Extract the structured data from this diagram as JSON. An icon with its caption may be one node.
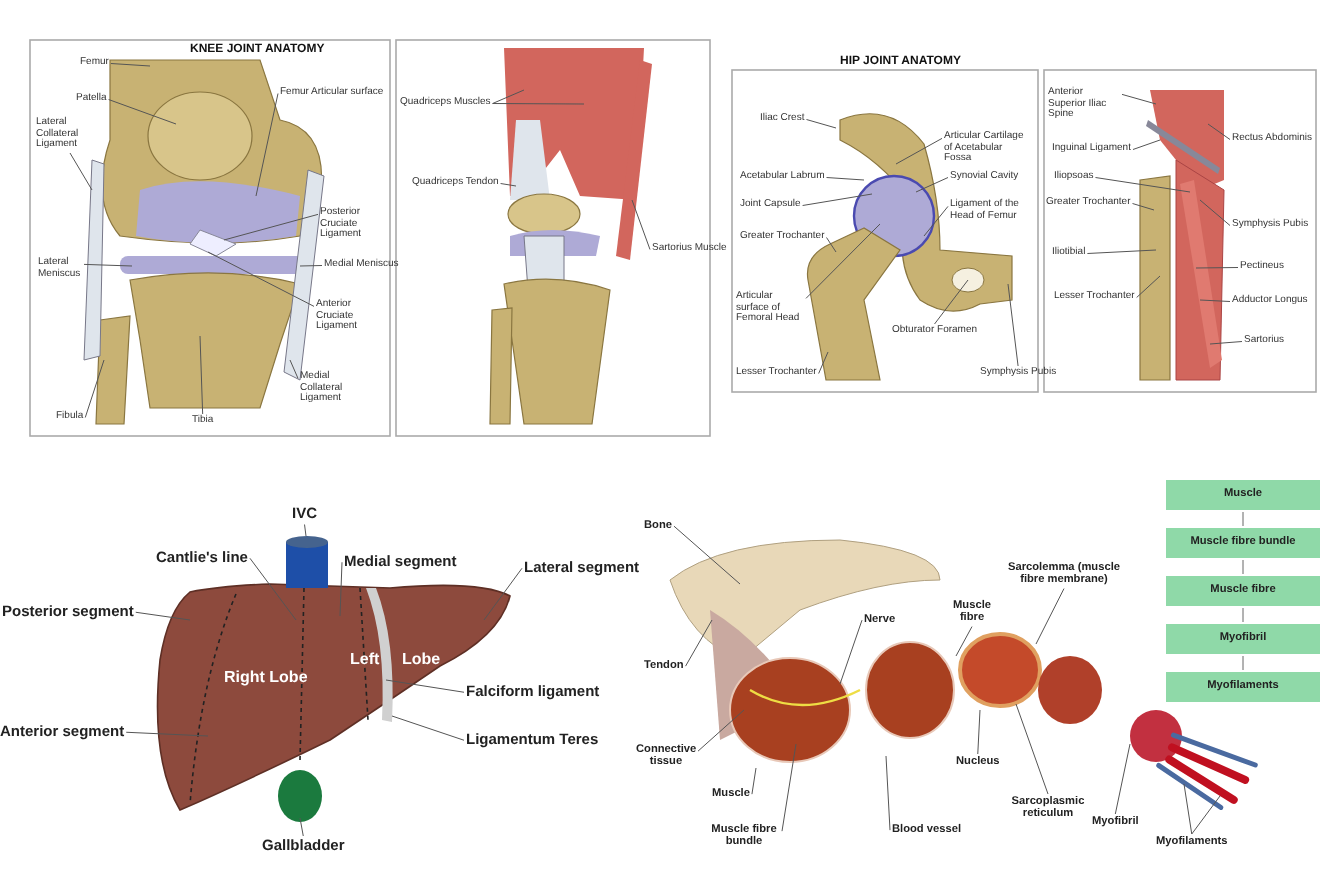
{
  "diagram": {
    "nodes": [
      {
        "text": [
          "Femur"
        ]
      },
      {
        "text": [
          "Patella"
        ]
      },
      {
        "text": [
          "Lateral Collateral Ligament"
        ]
      },
      {
        "text": [
          "Femur Articular surface"
        ]
      },
      {
        "text": [
          "Posterior Cruciate Ligament"
        ]
      },
      {
        "text": [
          "Lateral Meniscus"
        ]
      },
      {
        "text": [
          "Medial Meniscus"
        ]
      },
      {
        "text": [
          "Anterior Cruciate Ligament"
        ]
      },
      {
        "text": [
          "Medial Collateral Ligament"
        ]
      },
      {
        "text": [
          "Fibula"
        ]
      },
      {
        "text": [
          "Tibia"
        ]
      },
      {
        "text": [
          "Quadriceps Muscles"
        ]
      },
      {
        "text": [
          "Quadriceps Tendon"
        ]
      },
      {
        "text": [
          "Sartorius Muscle"
        ]
      },
      {
        "text": [
          "Iliac Crest"
        ]
      },
      {
        "text": [
          "Articular Cartilage of Acetabular Fossa"
        ]
      },
      {
        "text": [
          "Synovial Cavity"
        ]
      },
      {
        "text": [
          "Ligament of the Head of Femur"
        ]
      },
      {
        "text": [
          "Acetabular Labrum"
        ]
      },
      {
        "text": [
          "Joint Capsule"
        ]
      },
      {
        "text": [
          "Greater Trochanter"
        ]
      },
      {
        "text": [
          "Articular surface of Femoral Head"
        ]
      },
      {
        "text": [
          "Obturator Foramen"
        ]
      },
      {
        "text": [
          "Lesser Trochanter"
        ]
      },
      {
        "text": [
          "Symphysis Pubis"
        ]
      },
      {
        "text": [
          "Anterior Superior Iliac Spine"
        ]
      },
      {
        "text": [
          "Inguinal Ligament"
        ]
      },
      {
        "text": [
          "Iliopsoas"
        ]
      },
      {
        "text": [
          "Greater Trochanter"
        ]
      },
      {
        "text": [
          "Iliotibial"
        ]
      },
      {
        "text": [
          "Lesser Trochanter"
        ]
      },
      {
        "text": [
          "Rectus Abdominis"
        ]
      },
      {
        "text": [
          "Symphysis Pubis"
        ]
      },
      {
        "text": [
          "Pectineus"
        ]
      },
      {
        "text": [
          "Adductor Longus"
        ]
      },
      {
        "text": [
          "Sartorius"
        ]
      },
      {
        "text": [
          "IVC"
        ]
      },
      {
        "text": [
          "Cantlie's line"
        ]
      },
      {
        "text": [
          "Medial segment"
        ]
      },
      {
        "text": [
          "Lateral segment"
        ]
      },
      {
        "text": [
          "Posterior segment"
        ]
      },
      {
        "text": [
          "Anterior segment"
        ]
      },
      {
        "text": [
          "Falciform ligament"
        ]
      },
      {
        "text": [
          "Ligamentum Teres"
        ]
      },
      {
        "text": [
          "Gallbladder"
        ]
      },
      {
        "text": [
          "Bone"
        ]
      },
      {
        "text": [
          "Tendon"
        ]
      },
      {
        "text": [
          "Connective tissue"
        ]
      },
      {
        "text": [
          "Muscle"
        ]
      },
      {
        "text": [
          "Muscle fibre bundle"
        ]
      },
      {
        "text": [
          "Nerve"
        ]
      },
      {
        "text": [
          "Muscle fibre"
        ]
      },
      {
        "text": [
          "Blood vessel"
        ]
      },
      {
        "text": [
          "Sarcolemma (muscle fibre membrane)"
        ]
      },
      {
        "text": [
          "Nucleus"
        ]
      },
      {
        "text": [
          "Sarcoplasmic reticulum"
        ]
      },
      {
        "text": [
          "Myofibril"
        ]
      },
      {
        "text": [
          "Myofilaments"
        ]
      },
      {
        "text": [
          "Muscle"
        ]
      },
      {
        "text": [
          "Muscle fibre bundle"
        ]
      },
      {
        "text": [
          "Muscle fibre"
        ]
      },
      {
        "text": [
          "Myofibril"
        ]
      },
      {
        "text": [
          "Myofilaments"
        ]
      }
    ],
    "edges": [
      {
        "from": 0,
        "to": null,
        "arrow": "none"
      },
      {
        "from": 1,
        "to": null,
        "arrow": "none"
      },
      {
        "from": 2,
        "to": null,
        "arrow": "none"
      },
      {
        "from": 3,
        "to": null,
        "arrow": "none"
      },
      {
        "from": 4,
        "to": null,
        "arrow": "none"
      },
      {
        "from": 5,
        "to": null,
        "arrow": "none"
      },
      {
        "from": 6,
        "to": null,
        "arrow": "none"
      },
      {
        "from": 7,
        "to": null,
        "arrow": "none"
      },
      {
        "from": 8,
        "to": null,
        "arrow": "none"
      },
      {
        "from": 9,
        "to": null,
        "arrow": "none"
      },
      {
        "from": 10,
        "to": null,
        "arrow": "none"
      },
      {
        "from": 11,
        "to": null,
        "arrow": "none"
      },
      {
        "from": 11,
        "to": null,
        "arrow": "none"
      },
      {
        "from": 12,
        "to": null,
        "arrow": "none"
      },
      {
        "from": 13,
        "to": null,
        "arrow": "none"
      },
      {
        "from": 14,
        "to": null,
        "arrow": "none"
      },
      {
        "from": 15,
        "to": null,
        "arrow": "none"
      },
      {
        "from": 16,
        "to": null,
        "arrow": "none"
      },
      {
        "from": 17,
        "to": null,
        "arrow": "none"
      },
      {
        "from": 18,
        "to": null,
        "arrow": "none"
      },
      {
        "from": 19,
        "to": null,
        "arrow": "none"
      },
      {
        "from": 20,
        "to": null,
        "arrow": "none"
      },
      {
        "from": 21,
        "to": null,
        "arrow": "none"
      },
      {
        "from": 22,
        "to": null,
        "arrow": "none"
      },
      {
        "from": 23,
        "to": null,
        "arrow": "none"
      },
      {
        "from": 24,
        "to": null,
        "arrow": "none"
      },
      {
        "from": 25,
        "to": null,
        "arrow": "none"
      },
      {
        "from": 26,
        "to": null,
        "arrow": "none"
      },
      {
        "from": 27,
        "to": null,
        "arrow": "none"
      },
      {
        "from": 28,
        "to": null,
        "arrow": "none"
      },
      {
        "from": 29,
        "to": null,
        "arrow": "none"
      },
      {
        "from": 30,
        "to": null,
        "arrow": "none"
      },
      {
        "from": 31,
        "to": null,
        "arrow": "none"
      },
      {
        "from": 32,
        "to": null,
        "arrow": "none"
      },
      {
        "from": 33,
        "to": null,
        "arrow": "none"
      },
      {
        "from": 34,
        "to": null,
        "arrow": "none"
      },
      {
        "from": 35,
        "to": null,
        "arrow": "none"
      },
      {
        "from": 36,
        "to": null,
        "arrow": "none"
      },
      {
        "from": 37,
        "to": null,
        "arrow": "none"
      },
      {
        "from": 38,
        "to": null,
        "arrow": "none"
      },
      {
        "from": 39,
        "to": null,
        "arrow": "none"
      },
      {
        "from": 40,
        "to": null,
        "arrow": "none"
      },
      {
        "from": 41,
        "to": null,
        "arrow": "none"
      },
      {
        "from": 42,
        "to": null,
        "arrow": "none"
      },
      {
        "from": 43,
        "to": null,
        "arrow": "none"
      },
      {
        "from": 44,
        "to": null,
        "arrow": "none"
      },
      {
        "from": 45,
        "to": null,
        "arrow": "none"
      },
      {
        "from": 46,
        "to": null,
        "arrow": "none"
      },
      {
        "from": 47,
        "to": null,
        "arrow": "none"
      },
      {
        "from": 48,
        "to": null,
        "arrow": "none"
      },
      {
        "from": 49,
        "to": null,
        "arrow": "none"
      },
      {
        "from": 50,
        "to": null,
        "arrow": "none"
      },
      {
        "from": 51,
        "to": null,
        "arrow": "none"
      },
      {
        "from": 52,
        "to": null,
        "arrow": "none"
      },
      {
        "from": 53,
        "to": null,
        "arrow": "none"
      },
      {
        "from": 54,
        "to": null,
        "arrow": "none"
      },
      {
        "from": 55,
        "to": null,
        "arrow": "none"
      },
      {
        "from": 56,
        "to": null,
        "arrow": "none"
      },
      {
        "from": 57,
        "to": null,
        "arrow": "none"
      },
      {
        "from": 57,
        "to": null,
        "arrow": "none"
      },
      {
        "from": 58,
        "to": 59,
        "arrow": "none"
      },
      {
        "from": 59,
        "to": 60,
        "arrow": "none"
      },
      {
        "from": 60,
        "to": 61,
        "arrow": "none"
      },
      {
        "from": 61,
        "to": 62,
        "arrow": "none"
      }
    ],
    "labels": [
      "KNEE JOINT ANATOMY",
      "HIP JOINT ANATOMY",
      "Right Lobe",
      "Left",
      "Lobe"
    ]
  }
}
